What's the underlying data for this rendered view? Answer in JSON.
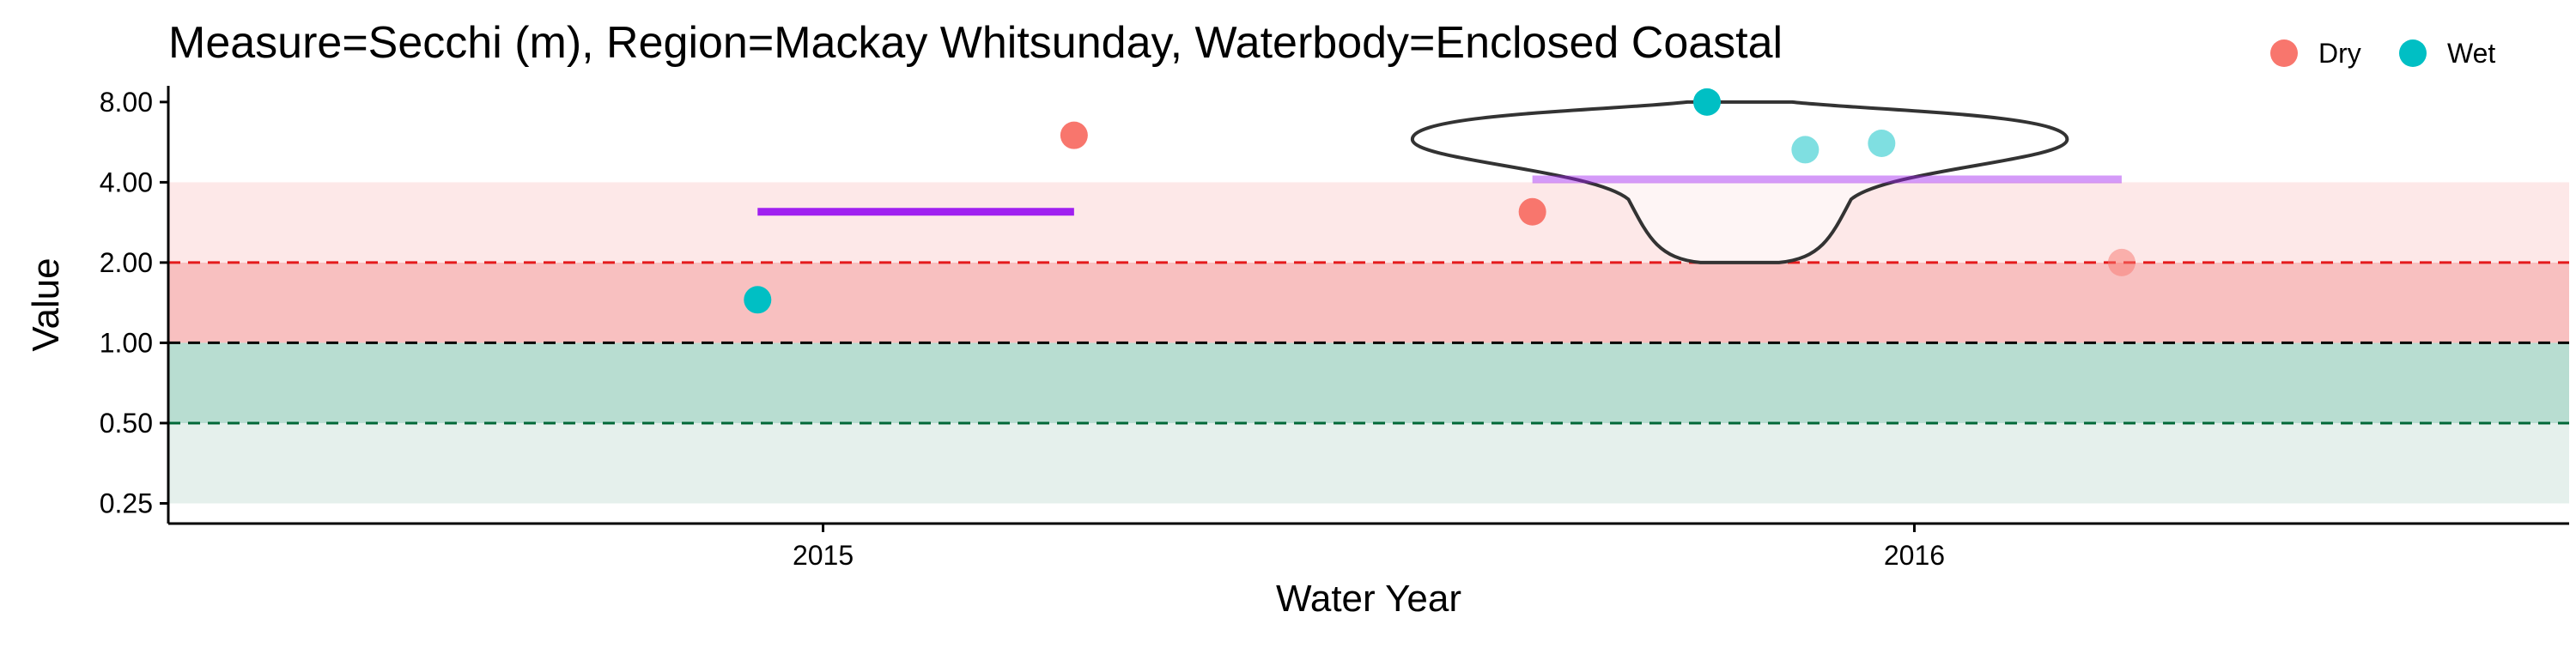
{
  "chart_data": {
    "type": "scatter",
    "title": "Measure=Secchi (m), Region=Mackay Whitsunday, Waterbody=Enclosed Coastal",
    "xlabel": "Water Year",
    "ylabel": "Value",
    "y_scale": "log2",
    "ylim": [
      0.21,
      9.2
    ],
    "xlim": [
      2014.4,
      2016.6
    ],
    "x_ticks": [
      2015,
      2016
    ],
    "x_tick_labels": [
      "2015",
      "2016"
    ],
    "y_ticks": [
      0.25,
      0.5,
      1.0,
      2.0,
      4.0,
      8.0
    ],
    "y_tick_labels": [
      "0.25",
      "0.50",
      "1.00",
      "2.00",
      "4.00",
      "8.00"
    ],
    "legend": {
      "position": "top-right",
      "entries": [
        {
          "label": "Dry",
          "color": "#F8766D"
        },
        {
          "label": "Wet",
          "color": "#00BFC4"
        }
      ]
    },
    "bands": [
      {
        "ymin": 0.25,
        "ymax": 0.5,
        "color": "#e5f0ec",
        "status": "good-light"
      },
      {
        "ymin": 0.5,
        "ymax": 1.0,
        "color": "#b8ddd1",
        "status": "good"
      },
      {
        "ymin": 1.0,
        "ymax": 2.0,
        "color": "#f8c0c0",
        "status": "poor"
      },
      {
        "ymin": 2.0,
        "ymax": 4.0,
        "color": "#fde8e8",
        "status": "poor-light"
      }
    ],
    "reference_lines": [
      {
        "y": 2.0,
        "color": "#e41a1c",
        "style": "dashed"
      },
      {
        "y": 1.0,
        "color": "#000000",
        "style": "dashed"
      },
      {
        "y": 0.5,
        "color": "#006837",
        "style": "dashed"
      }
    ],
    "series": [
      {
        "name": "Dry",
        "color": "#F8766D",
        "points": [
          {
            "x": 2015.23,
            "y": 6.0,
            "faded": false
          },
          {
            "x": 2015.65,
            "y": 3.1,
            "faded": false
          },
          {
            "x": 2016.19,
            "y": 2.0,
            "faded": true
          }
        ]
      },
      {
        "name": "Wet",
        "color": "#00BFC4",
        "points": [
          {
            "x": 2014.94,
            "y": 1.45,
            "faded": false
          },
          {
            "x": 2015.81,
            "y": 8.0,
            "faded": false
          },
          {
            "x": 2015.9,
            "y": 5.3,
            "faded": true
          },
          {
            "x": 2015.97,
            "y": 5.6,
            "faded": true
          }
        ]
      }
    ],
    "means": [
      {
        "x0": 2014.94,
        "x1": 2015.23,
        "y": 3.1,
        "color": "#a020f0",
        "faded": false
      },
      {
        "x0": 2015.65,
        "x1": 2016.19,
        "y": 4.1,
        "color": "#a020f0",
        "faded": true
      }
    ],
    "violin": {
      "x_center": 2015.84,
      "ymin": 2.0,
      "ymax": 8.0,
      "y_widest": 5.8,
      "half_width_max": 0.3,
      "fill": "#ffffff",
      "fill_opacity": 0.55,
      "stroke": "#333333"
    }
  }
}
